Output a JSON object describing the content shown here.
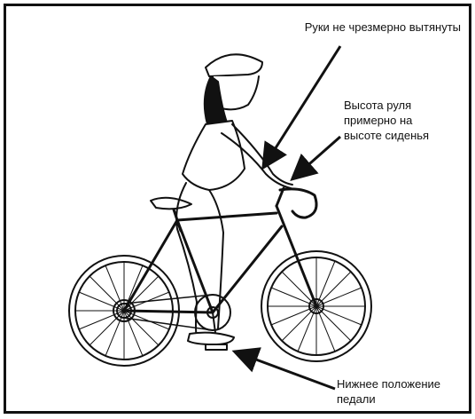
{
  "labels": {
    "arms": "Руки не чрезмерно вытянуты",
    "handlebar": "Высота руля\nпримерно на\nвысоте сиденья",
    "pedal": "Нижнее положение\nпедали"
  },
  "colors": {
    "ink": "#111111",
    "background": "#ffffff"
  }
}
